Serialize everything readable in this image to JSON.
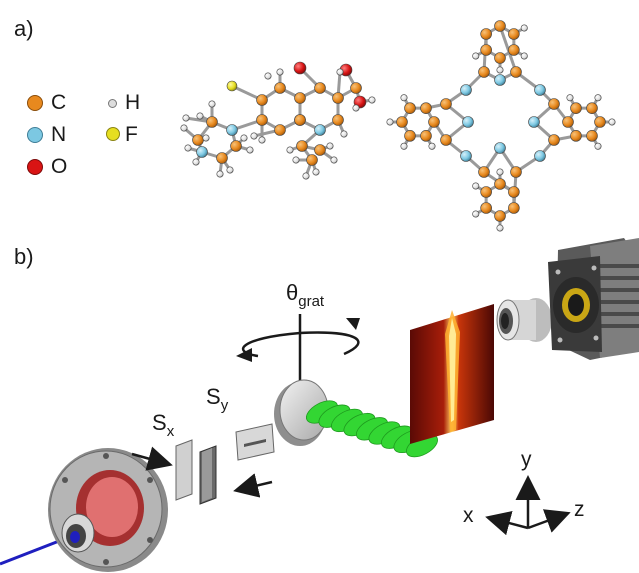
{
  "panels": {
    "a": "a)",
    "b": "b)"
  },
  "legend": [
    {
      "symbol": "C",
      "color": "#e8891e"
    },
    {
      "symbol": "N",
      "color": "#7cc8e2"
    },
    {
      "symbol": "O",
      "color": "#d91414"
    },
    {
      "symbol": "H",
      "color": "#dddddd"
    },
    {
      "symbol": "F",
      "color": "#e6de20"
    }
  ],
  "rotation_label": {
    "main": "θ",
    "sub": "grat"
  },
  "slit_x": {
    "main": "S",
    "sub": "x"
  },
  "slit_y": {
    "main": "S",
    "sub": "y"
  },
  "axes": {
    "x": "x",
    "y": "y",
    "z": "z"
  },
  "colors": {
    "carbon": "#e8891e",
    "nitrogen": "#7cc8e2",
    "oxygen": "#d91414",
    "hydrogen": "#e4e4e4",
    "fluorine": "#e6de20",
    "beam": "#1f1fbf",
    "green": "#33d633"
  }
}
